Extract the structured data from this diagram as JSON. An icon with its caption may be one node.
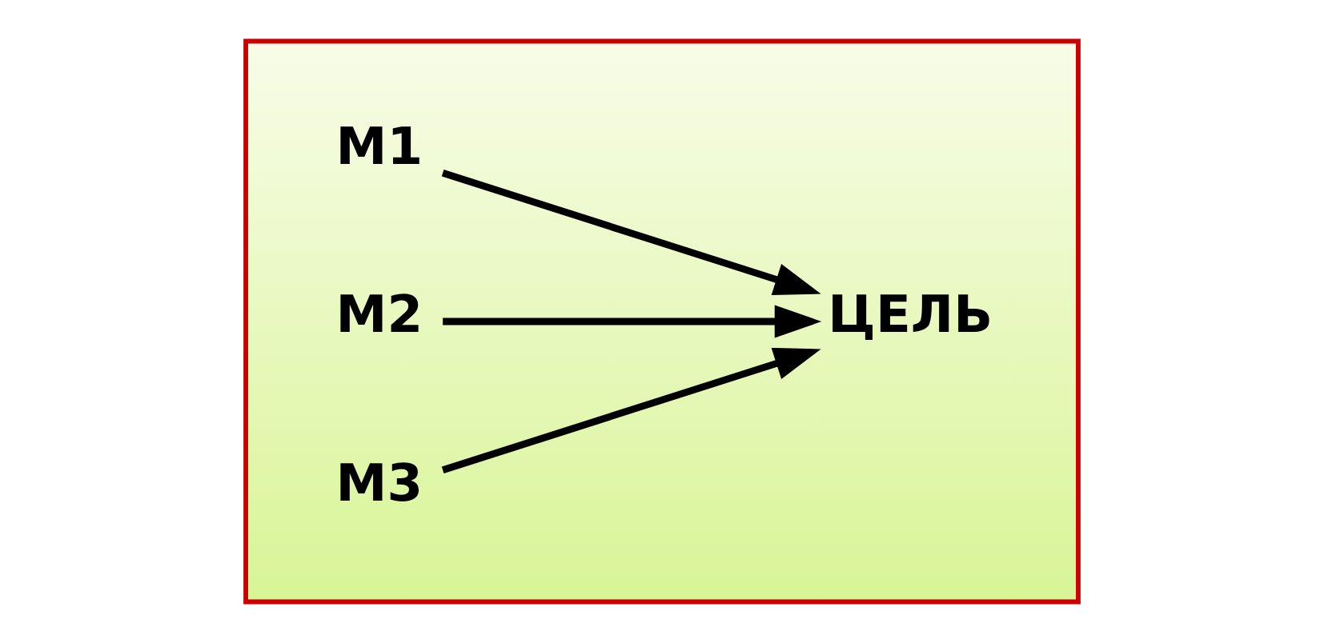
{
  "diagram": {
    "nodes": [
      {
        "text": [],
        "shape": "box"
      },
      {
        "text": [
          "M1"
        ],
        "in": 0
      },
      {
        "text": [
          "M2"
        ],
        "in": 0
      },
      {
        "text": [
          "M3"
        ],
        "in": 0
      },
      {
        "text": [
          "ЦЕЛЬ"
        ],
        "in": 0
      }
    ],
    "edges": [
      {
        "from": 1,
        "to": 4,
        "arrow": "to"
      },
      {
        "from": 2,
        "to": 4,
        "arrow": "to"
      },
      {
        "from": 3,
        "to": 4,
        "arrow": "to"
      }
    ]
  }
}
